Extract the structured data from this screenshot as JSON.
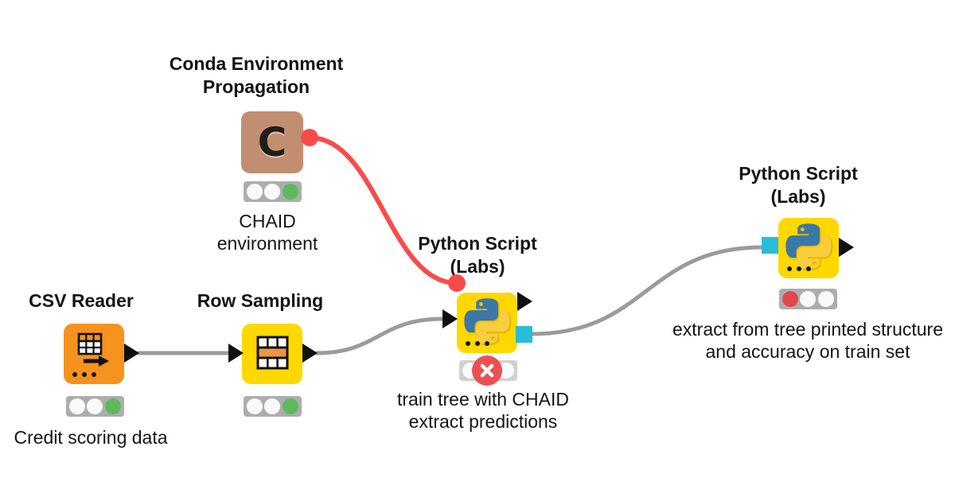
{
  "workflow": {
    "nodes": {
      "conda": {
        "title1": "Conda Environment",
        "title2": "Propagation",
        "icon_letter": "C",
        "caption1": "CHAID",
        "caption2": "environment",
        "icon_color": "#C28E72",
        "status_lights": [
          "off",
          "off",
          "green"
        ],
        "ports_out": [
          "flow-variable-red-circle"
        ]
      },
      "csv": {
        "title1": "CSV Reader",
        "caption1": "Credit scoring data",
        "icon_color": "#F6921E",
        "status_lights": [
          "off",
          "off",
          "green"
        ],
        "ports_out": [
          "data-black-triangle"
        ]
      },
      "row": {
        "title1": "Row Sampling",
        "icon_color": "#FFD801",
        "status_lights": [
          "off",
          "off",
          "green"
        ],
        "ports_in": [
          "data-black-triangle"
        ],
        "ports_out": [
          "data-black-triangle"
        ]
      },
      "py1": {
        "title1": "Python Script",
        "title2": "(Labs)",
        "caption1": "train tree with CHAID",
        "caption2": "extract predictions",
        "icon_color": "#FFD801",
        "status": "error",
        "ports_in": [
          "flow-variable-red-circle",
          "data-black-triangle"
        ],
        "ports_out": [
          "data-black-triangle",
          "pickled-object-cyan-square"
        ]
      },
      "py2": {
        "title1": "Python Script",
        "title2": "(Labs)",
        "caption1": "extract from tree printed structure",
        "caption2": "and accuracy on train set",
        "icon_color": "#FFD801",
        "status_lights": [
          "red",
          "off",
          "off"
        ],
        "ports_in": [
          "pickled-object-cyan-square"
        ],
        "ports_out": [
          "data-black-triangle"
        ]
      }
    },
    "connections": [
      {
        "from": "conda",
        "to": "py1",
        "type": "flow-variable",
        "color": "#FA4B4B"
      },
      {
        "from": "csv",
        "to": "row",
        "type": "data",
        "color": "#9B9B9B"
      },
      {
        "from": "row",
        "to": "py1",
        "type": "data",
        "color": "#9B9B9B"
      },
      {
        "from": "py1",
        "to": "py2",
        "type": "pickled-object",
        "color": "#9B9B9B"
      }
    ],
    "colors": {
      "node_yellow": "#FFD801",
      "node_orange": "#F6921E",
      "node_tan": "#C28E72",
      "port_red": "#FA4B4B",
      "port_cyan": "#29BCD9",
      "light_green": "#5CBA5C",
      "light_red": "#E04A4A",
      "error_badge_red": "#E95150",
      "traffic_bar_gray": "#ADADAD",
      "connection_gray": "#9B9B9B",
      "label_text": "#141414"
    }
  }
}
